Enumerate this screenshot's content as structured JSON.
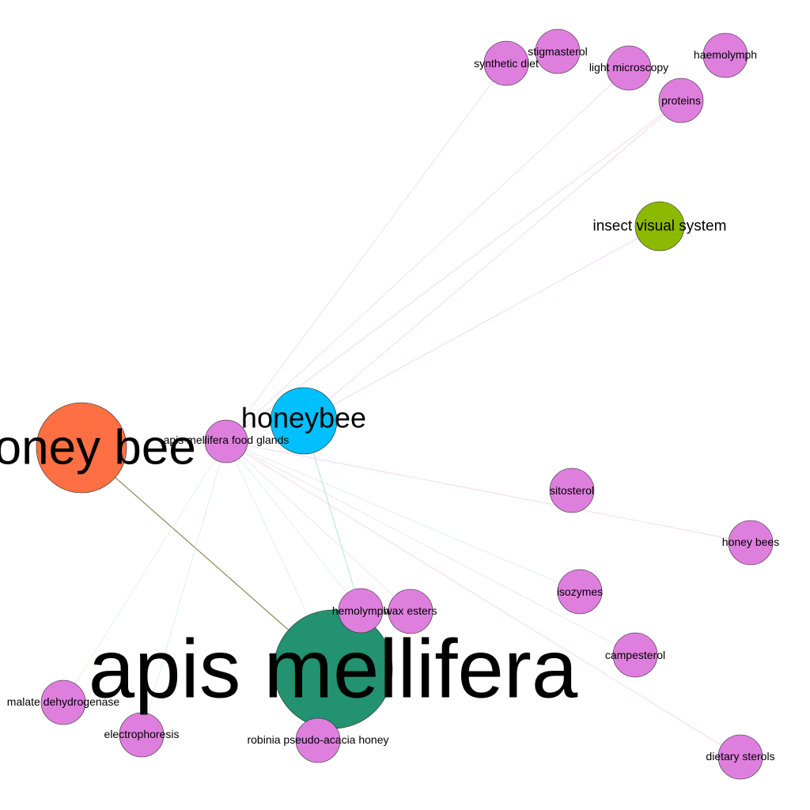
{
  "graph": {
    "nodes": [
      {
        "id": "apis-mellifera",
        "label": "apis mellifera",
        "color": "#229270"
      },
      {
        "id": "honey-bee",
        "label": "honey bee",
        "color": "#ff6f44"
      },
      {
        "id": "honeybee",
        "label": "honeybee",
        "color": "#00c0ff"
      },
      {
        "id": "insect-visual-system",
        "label": "insect visual system",
        "color": "#8db800"
      },
      {
        "id": "apis-mellifera-food-glands",
        "label": "apis mellifera food glands",
        "color": "#de7fde"
      },
      {
        "id": "synthetic-diet",
        "label": "synthetic diet",
        "color": "#de7fde"
      },
      {
        "id": "stigmasterol",
        "label": "stigmasterol",
        "color": "#de7fde"
      },
      {
        "id": "light-microscopy",
        "label": "light microscopy",
        "color": "#de7fde"
      },
      {
        "id": "haemolymph",
        "label": "haemolymph",
        "color": "#de7fde"
      },
      {
        "id": "proteins",
        "label": "proteins",
        "color": "#de7fde"
      },
      {
        "id": "sitosterol",
        "label": "sitosterol",
        "color": "#de7fde"
      },
      {
        "id": "honey-bees",
        "label": "honey bees",
        "color": "#de7fde"
      },
      {
        "id": "isozymes",
        "label": "isozymes",
        "color": "#de7fde"
      },
      {
        "id": "hemolymph",
        "label": "hemolymph",
        "color": "#de7fde"
      },
      {
        "id": "wax-esters",
        "label": "wax esters",
        "color": "#de7fde"
      },
      {
        "id": "campesterol",
        "label": "campesterol",
        "color": "#de7fde"
      },
      {
        "id": "malate-dehydrogenase",
        "label": "malate dehydrogenase",
        "color": "#de7fde"
      },
      {
        "id": "electrophoresis",
        "label": "electrophoresis",
        "color": "#de7fde"
      },
      {
        "id": "robinia-pseudo-acacia-honey",
        "label": "robinia pseudo-acacia honey",
        "color": "#de7fde"
      },
      {
        "id": "dietary-sterols",
        "label": "dietary sterols",
        "color": "#de7fde"
      }
    ],
    "edges": [
      {
        "source": "honey-bee",
        "target": "apis-mellifera",
        "color": "#8a8a5a"
      },
      {
        "source": "apis-mellifera-food-glands",
        "target": "synthetic-diet",
        "color": "#e6d9f0"
      },
      {
        "source": "apis-mellifera-food-glands",
        "target": "light-microscopy",
        "color": "#e6d9f0"
      },
      {
        "source": "apis-mellifera-food-glands",
        "target": "proteins",
        "color": "#f0d0e8"
      },
      {
        "source": "honeybee",
        "target": "proteins",
        "color": "#f0d0e8"
      },
      {
        "source": "honeybee",
        "target": "insect-visual-system",
        "color": "#f0d0e8"
      },
      {
        "source": "apis-mellifera-food-glands",
        "target": "honey-bees",
        "color": "#f0d0e8"
      },
      {
        "source": "apis-mellifera-food-glands",
        "target": "isozymes",
        "color": "#e0e8f0"
      },
      {
        "source": "apis-mellifera-food-glands",
        "target": "campesterol",
        "color": "#e8e0f0"
      },
      {
        "source": "apis-mellifera-food-glands",
        "target": "dietary-sterols",
        "color": "#f0d0e8"
      },
      {
        "source": "apis-mellifera-food-glands",
        "target": "hemolymph",
        "color": "#e0e8f0"
      },
      {
        "source": "apis-mellifera-food-glands",
        "target": "wax-esters",
        "color": "#e8e0f0"
      },
      {
        "source": "apis-mellifera-food-glands",
        "target": "apis-mellifera",
        "color": "#e0e8f0"
      },
      {
        "source": "apis-mellifera-food-glands",
        "target": "electrophoresis",
        "color": "#d0f0e8"
      },
      {
        "source": "apis-mellifera-food-glands",
        "target": "malate-dehydrogenase",
        "color": "#e0f0e0"
      },
      {
        "source": "honeybee",
        "target": "hemolymph",
        "color": "#a0e0d8"
      }
    ]
  }
}
